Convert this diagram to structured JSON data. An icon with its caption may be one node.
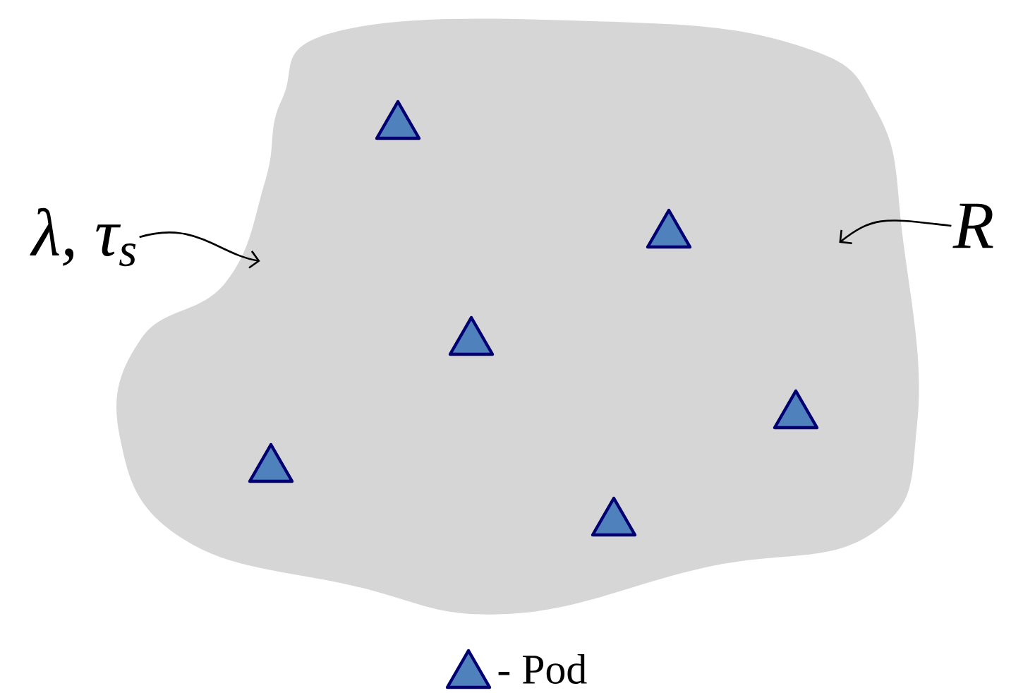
{
  "diagram": {
    "nodes": [
      {
        "text": [],
        "shape": "cloud"
      },
      {
        "text": [
          "λ, τ$_{s}$"
        ]
      },
      {
        "text": [
          "R"
        ]
      }
    ],
    "edges": [
      {
        "from": 1,
        "to": 0,
        "arrow": "to"
      },
      {
        "from": 2,
        "to": 0,
        "arrow": "to"
      }
    ],
    "legend": [
      {
        "text": "- Pod"
      }
    ]
  }
}
